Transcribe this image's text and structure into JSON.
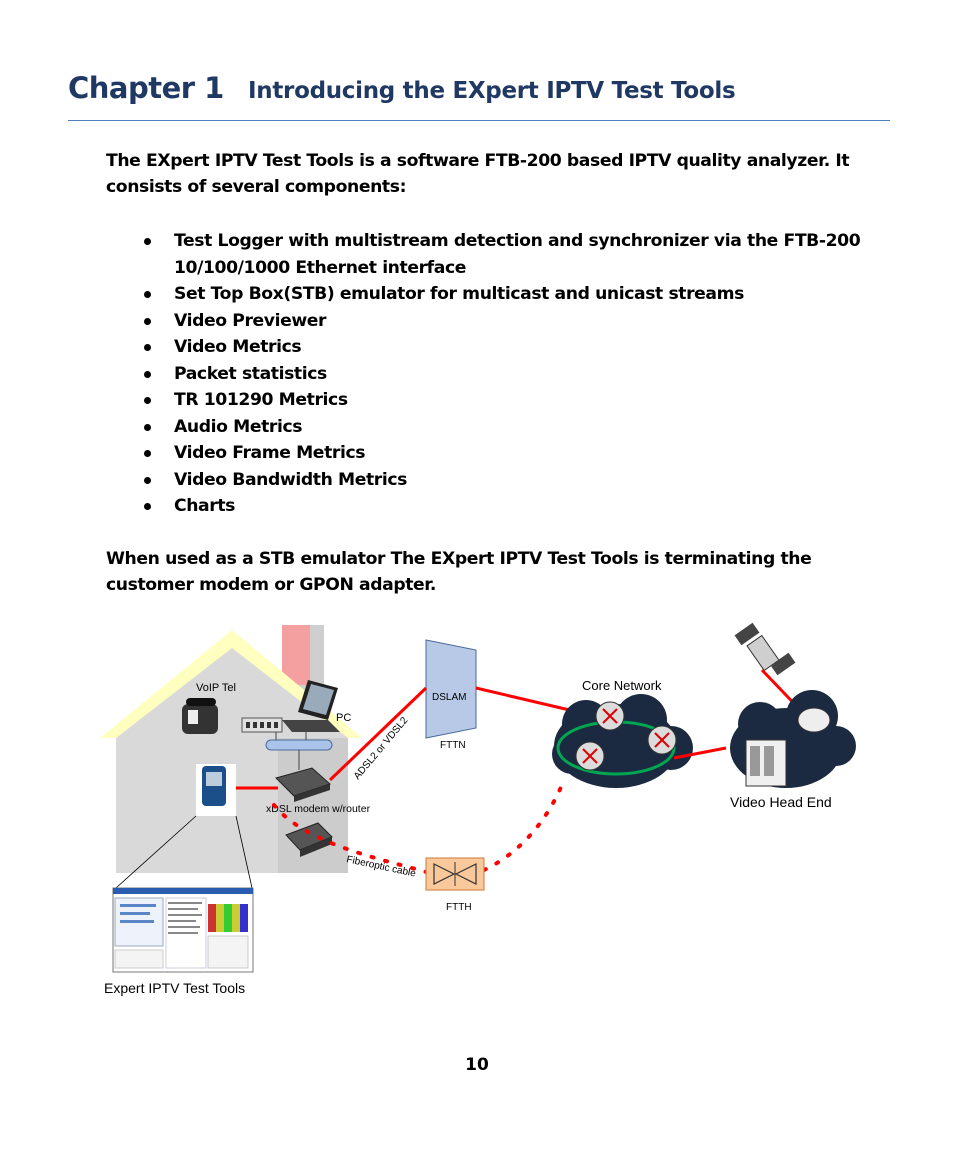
{
  "heading": {
    "chapter": "Chapter 1",
    "title": "Introducing the EXpert IPTV Test Tools"
  },
  "intro": "The EXpert IPTV Test Tools is a software FTB-200 based IPTV quality analyzer. It consists of several components:",
  "components": [
    "Test Logger with multistream detection and synchronizer via the FTB-200 10/100/1000 Ethernet interface",
    "Set Top Box(STB) emulator for multicast and  unicast streams",
    "Video Previewer",
    "Video Metrics",
    "Packet statistics",
    "TR 101290 Metrics",
    "Audio Metrics",
    "Video Frame Metrics",
    "Video Bandwidth Metrics",
    "Charts"
  ],
  "stb_note": "When used as a STB emulator The EXpert IPTV Test Tools is terminating the customer modem or GPON adapter.",
  "diagram": {
    "voip": "VoIP Tel",
    "pc": "PC",
    "modem": "xDSL modem w/router",
    "adsl": "ADSL2 or VDSL2",
    "dslam": "DSLAM",
    "fttn": "FTTN",
    "core": "Core Network",
    "headend": "Video Head End",
    "fiber": "Fiberoptic cable",
    "ftth": "FTTH",
    "tools": "Expert IPTV Test Tools"
  },
  "colors": {
    "heading": "#1f3864",
    "rule": "#4f81bd",
    "link_red": "#ff0000",
    "ring_green": "#00a651",
    "ftth_box": "#f9c89b"
  },
  "page_number": "10"
}
